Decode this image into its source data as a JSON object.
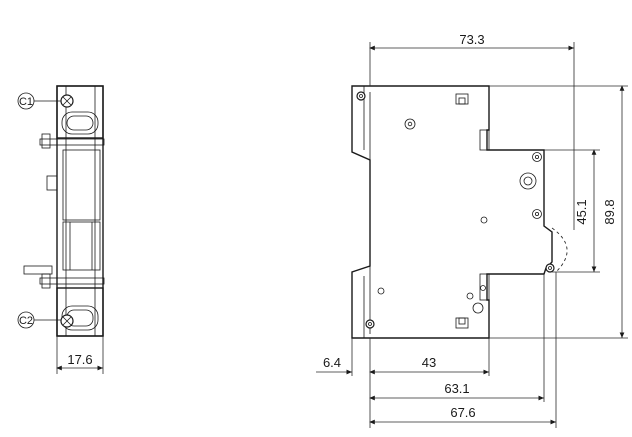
{
  "side_view": {
    "terminal_top": "C1",
    "terminal_bottom": "C2",
    "width_dim": "17.6"
  },
  "front_view": {
    "dims": {
      "total_width": "73.3",
      "total_height": "89.8",
      "offset_left": "6.4",
      "din_to_right": "43",
      "depth_1": "63.1",
      "depth_2": "67.6",
      "front_height": "45.1"
    }
  }
}
